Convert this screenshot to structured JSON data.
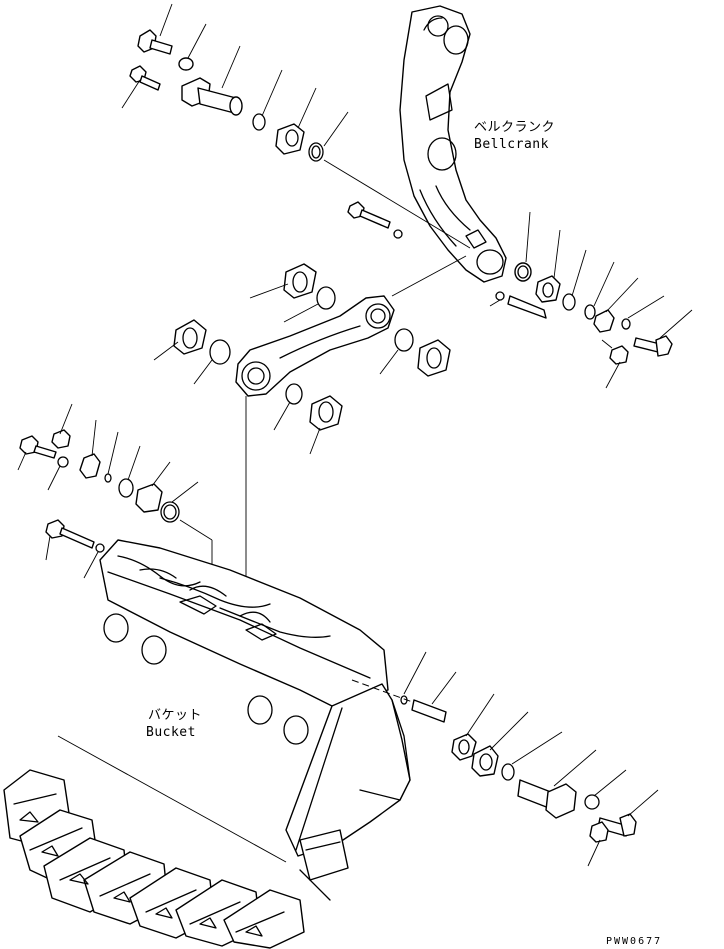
{
  "labels": {
    "bellcrank_jp": "ベルクランク",
    "bellcrank_en": "Bellcrank",
    "bucket_jp": "バケット",
    "bucket_en": "Bucket"
  },
  "drawing_code": "PWW0677"
}
